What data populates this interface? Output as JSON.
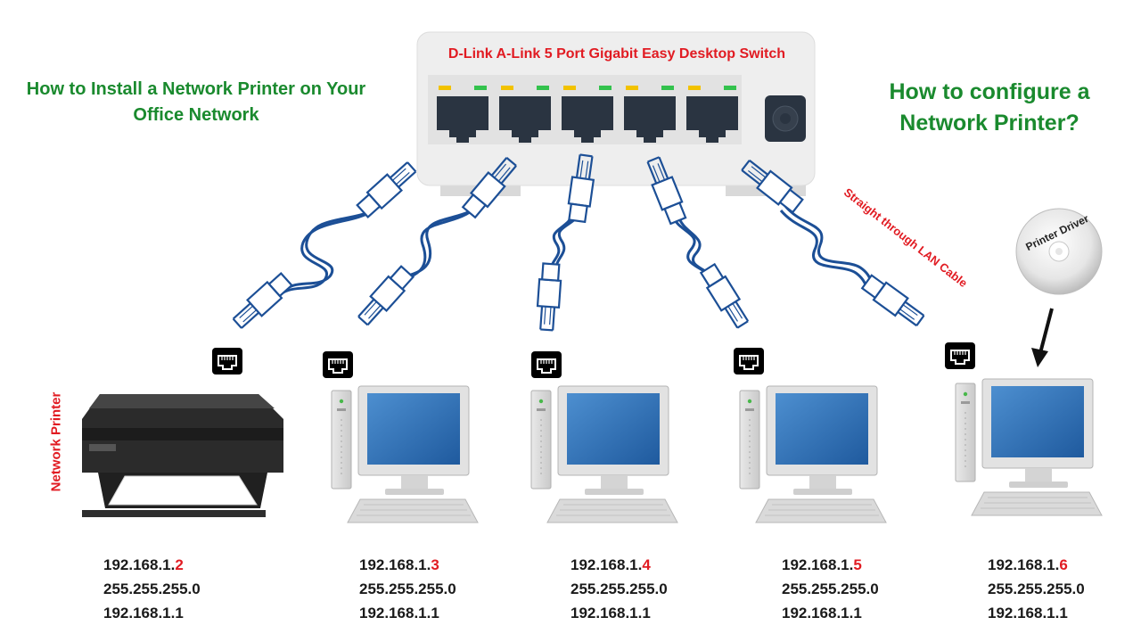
{
  "titles": {
    "left": "How to Install a Network Printer on Your Office Network",
    "right": "How to configure a Network Printer?"
  },
  "switch": {
    "label": "D-Link A-Link 5 Port Gigabit Easy Desktop Switch",
    "ports": 5
  },
  "cable_label": "Straight through LAN Cable",
  "printer_label": "Network Printer",
  "disc_label": "Printer Driver",
  "devices": [
    {
      "type": "printer",
      "ip_prefix": "192.168.1.",
      "ip_suffix": "2",
      "mask": "255.255.255.0",
      "gateway": "192.168.1.1"
    },
    {
      "type": "computer",
      "ip_prefix": "192.168.1.",
      "ip_suffix": "3",
      "mask": "255.255.255.0",
      "gateway": "192.168.1.1"
    },
    {
      "type": "computer",
      "ip_prefix": "192.168.1.",
      "ip_suffix": "4",
      "mask": "255.255.255.0",
      "gateway": "192.168.1.1"
    },
    {
      "type": "computer",
      "ip_prefix": "192.168.1.",
      "ip_suffix": "5",
      "mask": "255.255.255.0",
      "gateway": "192.168.1.1"
    },
    {
      "type": "computer",
      "ip_prefix": "192.168.1.",
      "ip_suffix": "6",
      "mask": "255.255.255.0",
      "gateway": "192.168.1.1"
    }
  ],
  "colors": {
    "title_green": "#1a8a2e",
    "label_red": "#e11b22",
    "cable_blue": "#1c4f96",
    "port_led_yellow": "#f2c200",
    "port_led_green": "#33c24d",
    "screen_blue": "#2f72b8"
  }
}
